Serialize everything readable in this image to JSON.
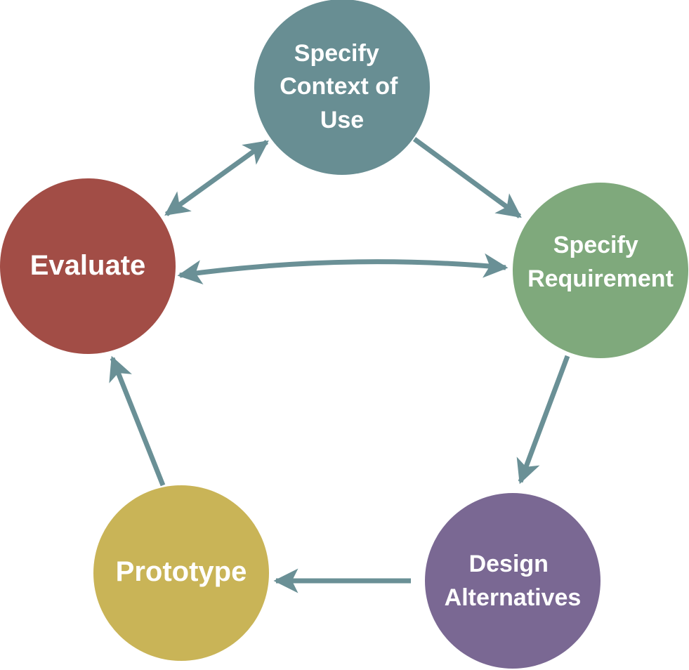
{
  "diagram": {
    "arrow_color": "#6a9096",
    "nodes": {
      "context": {
        "lines": [
          "Specify",
          "Context of",
          "Use"
        ],
        "color": "#688e93"
      },
      "requirement": {
        "lines": [
          "Specify",
          "Requirement"
        ],
        "color": "#7fa97c"
      },
      "design": {
        "lines": [
          "Design",
          "Alternatives"
        ],
        "color": "#7a6893"
      },
      "prototype": {
        "lines": [
          "Prototype"
        ],
        "color": "#c9b457"
      },
      "evaluate": {
        "lines": [
          "Evaluate"
        ],
        "color": "#a24d46"
      }
    }
  }
}
